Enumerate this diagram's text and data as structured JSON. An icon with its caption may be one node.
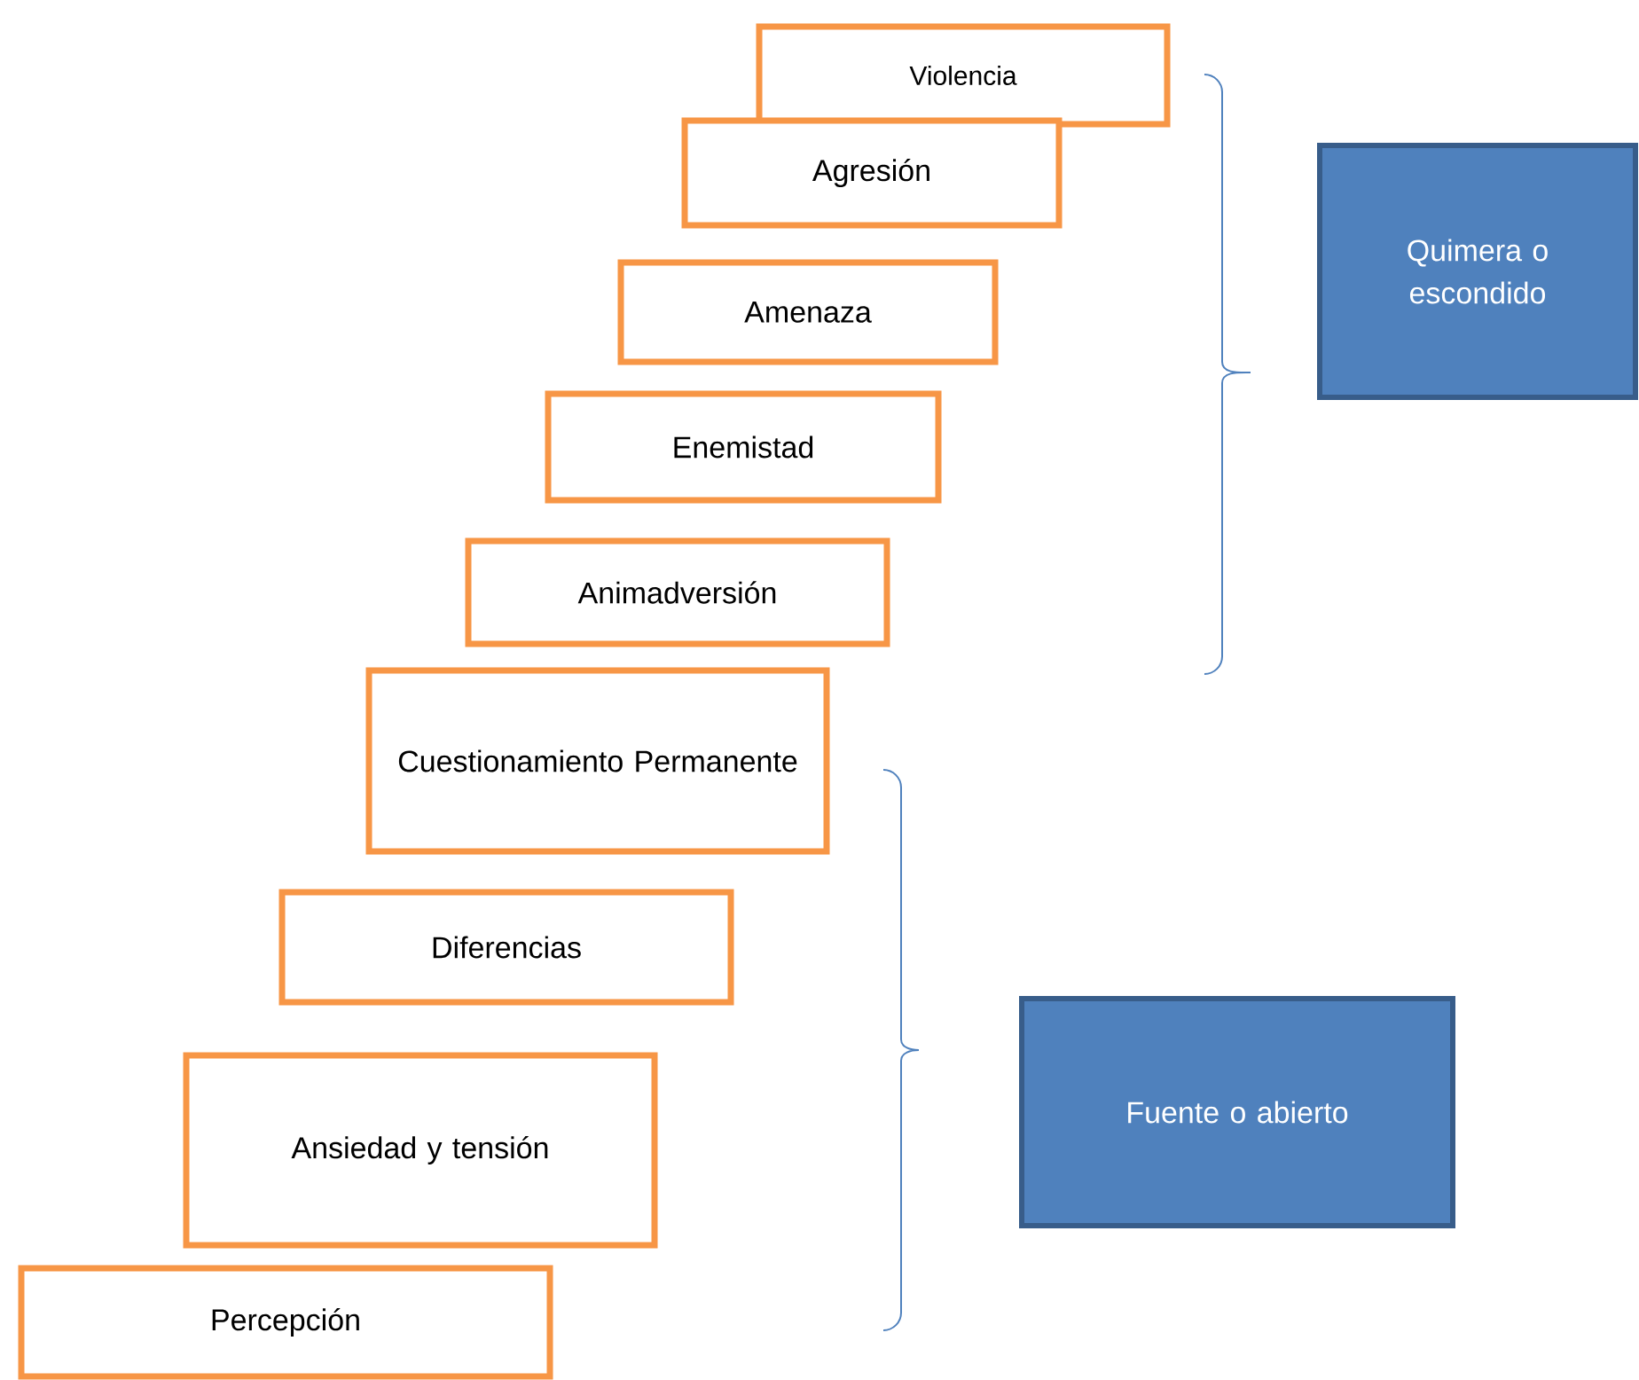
{
  "diagram": {
    "nodes": [
      {
        "text": [
          "Violencia"
        ]
      },
      {
        "text": [
          "Agresión"
        ]
      },
      {
        "text": [
          "Amenaza"
        ]
      },
      {
        "text": [
          "Enemistad"
        ]
      },
      {
        "text": [
          "Animadversión"
        ]
      },
      {
        "text": [
          "Cuestionamiento Permanente"
        ]
      },
      {
        "text": [
          "Diferencias"
        ]
      },
      {
        "text": [
          "Ansiedad y tensión"
        ]
      },
      {
        "text": [
          "Percepción"
        ]
      },
      {
        "text": [
          "Quimera o escondido"
        ]
      },
      {
        "text": [
          "Fuente o abierto"
        ]
      }
    ]
  }
}
